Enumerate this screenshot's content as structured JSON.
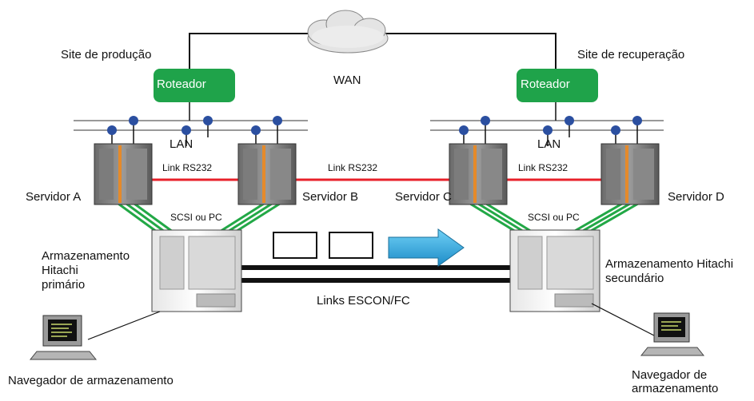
{
  "sites": {
    "production": "Site de produção",
    "recovery": "Site de recuperação"
  },
  "network": {
    "wan": "WAN",
    "lan_left": "LAN",
    "lan_right": "LAN"
  },
  "routers": {
    "left": "Roteador",
    "right": "Roteador"
  },
  "servers": {
    "a": "Servidor A",
    "b": "Servidor B",
    "c": "Servidor C",
    "d": "Servidor D"
  },
  "links": {
    "rs232_ab": "Link RS232",
    "rs232_bc": "Link RS232",
    "rs232_cd": "Link RS232",
    "scsi_left": "SCSI ou PC",
    "scsi_right": "SCSI ou PC",
    "escon": "Links ESCON/FC"
  },
  "storage": {
    "primary_line1": "Armazenamento",
    "primary_line2": "Hitachi",
    "primary_line3": "primário",
    "secondary_line1": "Armazenamento Hitachi",
    "secondary_line2": "secundário"
  },
  "navigators": {
    "left": "Navegador de armazenamento",
    "right_line1": "Navegador de",
    "right_line2": "armazenamento"
  },
  "colors": {
    "router": "#1fa34a",
    "rs232": "#e8202a",
    "scsi": "#22a846",
    "arrow": "#2aa6df",
    "lan_node": "#2b4fa0"
  }
}
